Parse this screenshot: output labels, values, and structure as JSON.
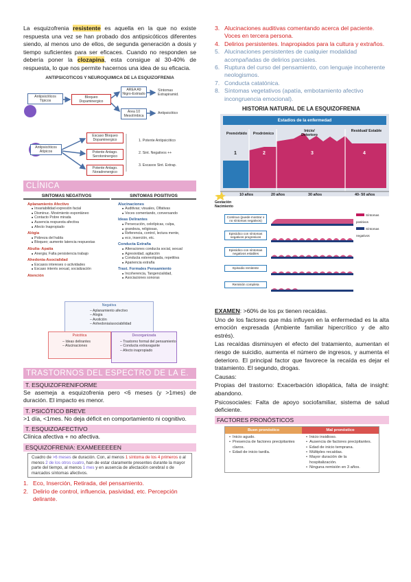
{
  "left": {
    "intro": {
      "p1": "La esquizofrenia ",
      "resistente": "resistente",
      "p2": " es aquella en la que no existe respuesta una vez se han probado dos antipsicóticos diferentes siendo, al menos uno de ellos, de segunda generación a dosis y tiempo suficientes para ser eficaces. Cuando no responden se debería poner la ",
      "clozapina": "clozapina",
      "p3": ", esta consigue al 30-40% de respuesta, lo que nos permite hacernos una idea de su eficacia."
    },
    "diagram1": {
      "title": "ANTIPSICOTICOS Y NEUROQUIMICA DE LA ESQUIZOFRENIA",
      "typical": "Antipsicóticos Típicos",
      "bloqueo": "Bloqueo Dopaminergico",
      "area9": "AREA A9 Nigro-Estriado",
      "area10": "Área 10 Mesolímbica",
      "sintomas_extra": "Síntomas Extrapiramid.",
      "antipsicotico": "Antipsicótico",
      "atypical": "Antipsicóticos Atípicos",
      "escaso": "Escaso Bloqueo Dopaminergico",
      "potente_sero": "Potente Antago. Serotoninergico",
      "potente_nor": "Potente Antago. Noradrenergico",
      "r1": "1.  Potente Antipsicótico",
      "r2": "2.  Sint. Negativos ++",
      "r3": "3.  Escasos Sint. Extrap."
    },
    "clinica_title": "CLÍNICA",
    "clinica": {
      "neg_title": "SINTOMAS NEGATIVOS",
      "pos_title": "SINTOMAS POSITIVOS",
      "neg": [
        {
          "h": "Aplanamiento Afectivo",
          "items": [
            "Invariabilidad expresión facial",
            "Disminuc. Movimiento espontáneo",
            "Contacto Pobre mirada",
            "Ausencia respuesta afectiva",
            "Afecto Inapropiado"
          ]
        },
        {
          "h": "Alógia",
          "items": [
            "Pobreza del habla",
            "Bloqueo; aumento latencia respuestas"
          ]
        },
        {
          "h": "Abulia- Apatía",
          "items": [
            "Anergia; Falta persistencia trabajo"
          ]
        },
        {
          "h": "Ahedonia-Asocialidad",
          "items": [
            "Escasos intereses o actividades",
            "Escaso interés sexual, socialización"
          ]
        },
        {
          "h": "Atención",
          "items": []
        }
      ],
      "pos": [
        {
          "h": "Alucinaciones",
          "items": [
            "Auditivas; visuales, Olfativas",
            "Voces comentando, conversando"
          ]
        },
        {
          "h": "Ideas Delirantes",
          "items": [
            "Persecución, celotípicas, culpa,",
            "grandeza, religiosas,",
            "Referencia, control, lectura mente,",
            "eco, inserción, etc."
          ]
        },
        {
          "h": "Conducta Extraña",
          "items": [
            "Alteraciones conducta social, sexual",
            "Agresividad, agitación",
            "Conducta estereotipada, repetitiva",
            "Apariencia extraña"
          ]
        },
        {
          "h": "Trast. Formales Pensamiento",
          "items": [
            "Incoherencia, Tangencialidad,",
            "Asociaciones sonoras"
          ]
        }
      ]
    },
    "venn": {
      "neg_title": "Negativa",
      "neg_items": [
        "– Aplanamiento afectivo",
        "– Alogia",
        "– Avolición",
        "– Anhedonia/asociabilidad"
      ],
      "psi_title": "Psicótica",
      "psi_items": [
        "– Ideas delirantes",
        "– Alucinaciones"
      ],
      "des_title": "Desorganizada",
      "des_items": [
        "– Trastorno formal del pensamiento",
        "– Conducta extravagante",
        "– Afecto inapropiado"
      ]
    },
    "trastornos_title": "TRASTORNOS DEL ESPECTRO DE LA E.",
    "t1_h": "T. ESQUIZOFRENIFORME",
    "t1_p": "Se asemeja a esquizofrenia pero <6 meses (y >1mes) de duración. El impacto es menor.",
    "t2_h": "T. PSICÓTICO BREVE",
    "t2_p": ">1 día, <1mes. No deja déficit en comportamiento ni cognitivo.",
    "t3_h": "T. ESQUIZOAFECTIVO",
    "t3_p": "Clínica afectiva + no afectiva.",
    "t4_h": "ESQUIZOFRENIA: EXAMEEEEEEN",
    "exam_box": {
      "a": "Cuadro de ",
      "b": ">6 meses",
      "c": " de duración. Con, al menos ",
      "d": "1 síntoma de los 4 primeros",
      "e": " o al menos ",
      "f": "2 de los otros cuatro",
      "g": ", han de estar claramente presentes durante la mayor parte del tiempo, al menos ",
      "h": "1 mes",
      "i": " y en ausencia de afectación cerebral o de marcados síntomas afectivos."
    },
    "list": [
      {
        "n": "1.",
        "t": "Eco, Inserción, Retirada, del pensamiento."
      },
      {
        "n": "2.",
        "t": "Delirio de control, influencia, pasividad, etc. Percepción delirante."
      }
    ]
  },
  "right": {
    "list": [
      {
        "n": "3.",
        "t": "Alucinaciones auditivas comentando acerca del paciente. Voces en tercera persona.",
        "c": "red"
      },
      {
        "n": "4.",
        "t": "Delirios persistentes. Inapropiados para la cultura y extraños.",
        "c": "red"
      },
      {
        "n": "5.",
        "t": "Alucinaciones persistentes de cualquier modalidad acompañadas de delirios parciales.",
        "c": "blue"
      },
      {
        "n": "6.",
        "t": "Ruptura del curso del pensamiento, con lenguaje incoherente neologismos.",
        "c": "blue"
      },
      {
        "n": "7.",
        "t": "Conducta catatónica.",
        "c": "blue"
      },
      {
        "n": "8.",
        "t": "Síntomas vegetativos (apatía, embotamiento afectivo incongruencia emocional).",
        "c": "blue"
      }
    ],
    "historia": {
      "title": "HISTORIA NATURAL DE LA ESQUIZOFRENIA",
      "estadios": "Estadios de la enfermedad",
      "stages": [
        "Premórbido",
        "Prodrómico",
        "Inicio/ Deterioro",
        "Residual/ Estable"
      ],
      "nums": [
        "1",
        "2",
        "3",
        "4"
      ],
      "ages": [
        "10 años",
        "20 años",
        "30 años",
        "40- 50 años"
      ],
      "gestacion": "Gestación Nacimiento",
      "courses": [
        "Continuo (puede mostrar o no síntomas negativos)",
        "Episódico con síntomas negativos progresivos",
        "Episódico con síntomas negativos estables",
        "Episodio remitente",
        "Remisión completa"
      ],
      "legend": [
        "Síntomas positivos",
        "Síntomas negativos"
      ]
    },
    "examen_label": "EXAMEN",
    "examen_text": ": >60% de los px tienen recaídas.",
    "paras": [
      "Uno de los factores que más influyen en la enfermedad es la alta emoción expresada (Ambiente familiar hipercrítico y de alto estrés).",
      "Las recaídas disminuyen el efecto del tratamiento, aumentan el riesgo de suicidio, aumenta el número de ingresos, y aumenta el deterioro. El principal factor que favorece la recaída es dejar el tratamiento. El segundo, drogas.",
      "Causas:",
      "Propias del trastorno: Exacerbación idiopática, falta de insight: abandono.",
      "Psicosociales: Falta de apoyo sociofamiliar, sistema de salud deficiente."
    ],
    "factores_title": "FACTORES PRONÓSTICOS",
    "pron": {
      "good_h": "Buen pronóstico",
      "bad_h": "Mal pronóstico",
      "good": [
        "Inicio agudo.",
        "Presencia de factores precipitantes claros.",
        "Edad de inicio tardía."
      ],
      "bad": [
        "Inicio insidioso.",
        "Ausencia de factores precipitantes.",
        "Edad de inicio temprana.",
        "Múltiples recaídas.",
        "Mayor duración de la hospitalización.",
        "Ninguna remisión en 3 años."
      ]
    }
  },
  "colors": {
    "pink": "#e7a9cf",
    "red": "#d42020",
    "blue": "#6f8fb3",
    "navy": "#1f3b7a"
  }
}
